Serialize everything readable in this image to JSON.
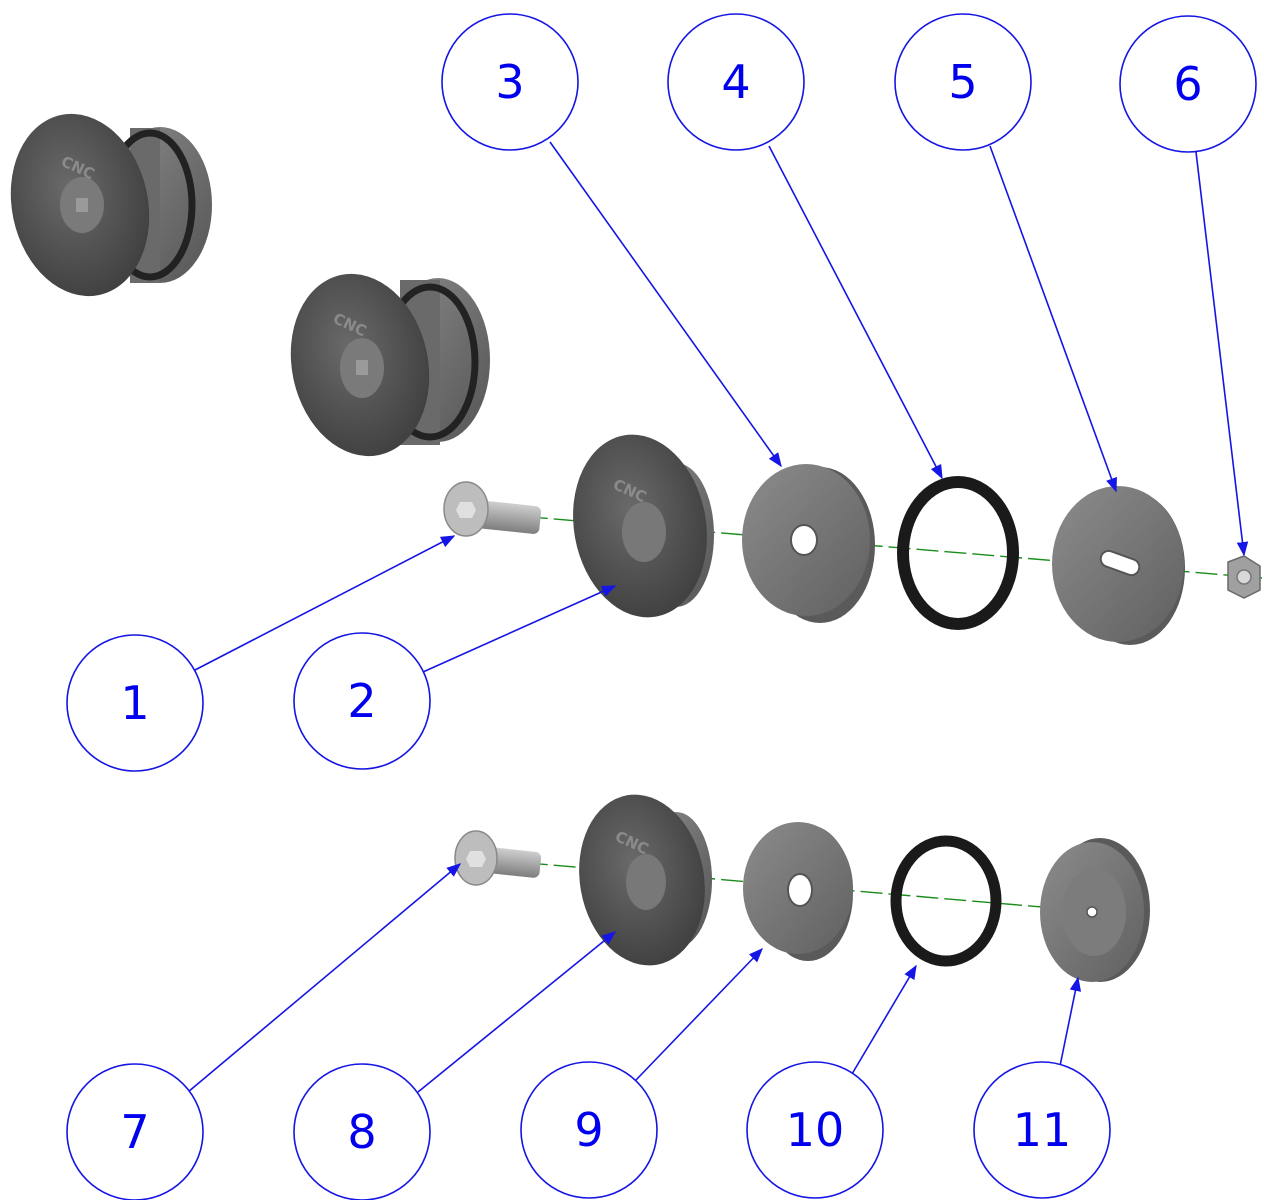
{
  "balloons": [
    {
      "id": "1",
      "label": "1"
    },
    {
      "id": "2",
      "label": "2"
    },
    {
      "id": "3",
      "label": "3"
    },
    {
      "id": "4",
      "label": "4"
    },
    {
      "id": "5",
      "label": "5"
    },
    {
      "id": "6",
      "label": "6"
    },
    {
      "id": "7",
      "label": "7"
    },
    {
      "id": "8",
      "label": "8"
    },
    {
      "id": "9",
      "label": "9"
    },
    {
      "id": "10",
      "label": "10"
    },
    {
      "id": "11",
      "label": "11"
    }
  ],
  "parts": {
    "logo_text": "CNC"
  },
  "colors": {
    "balloon": "#0000ee",
    "axis": "#1a8c1a",
    "part_dark": "#4a4a4a",
    "part_mid": "#6e6e6e",
    "oring": "#1a1a1a"
  }
}
